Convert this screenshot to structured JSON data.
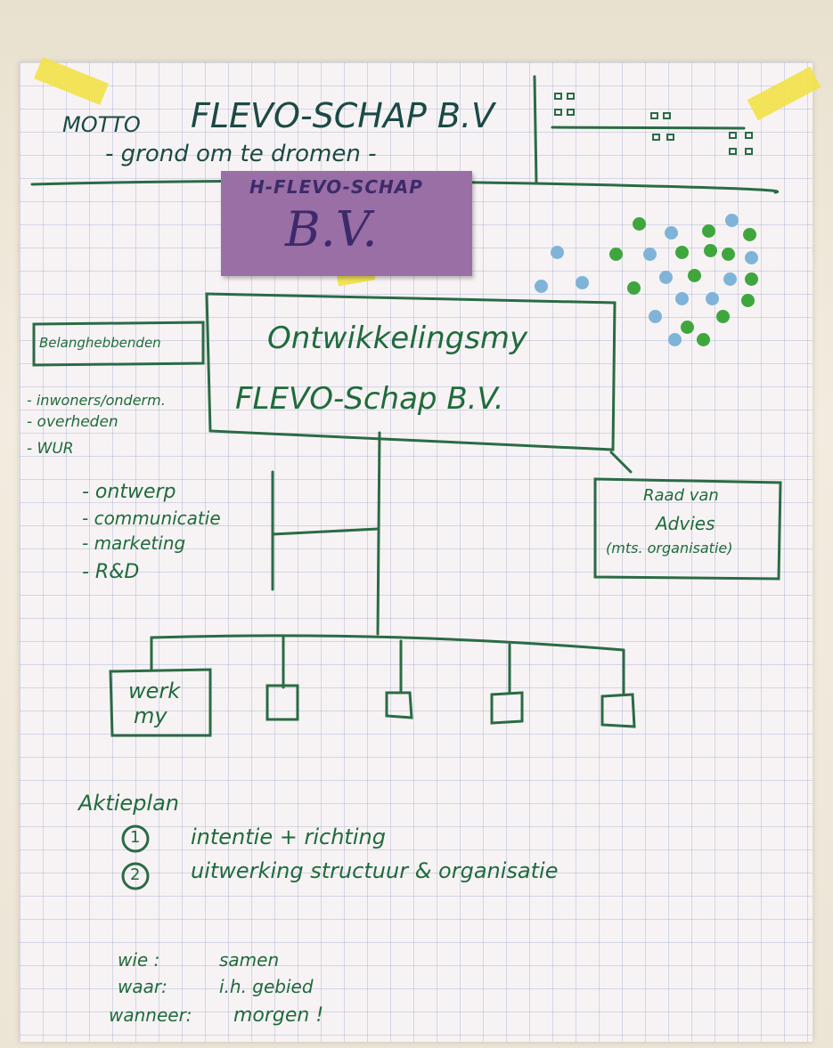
{
  "header": {
    "motto_label": "MOTTO",
    "motto_title": "FLEVO-SCHAP B.V",
    "motto_sub": "- grond om te dromen -"
  },
  "sticky": {
    "line1": "H-FLEVO-SCHAP",
    "line2": "B.V."
  },
  "main_box": {
    "line1": "Ontwikkelingsmy",
    "line2": "FLEVO-Schap B.V."
  },
  "stakeholders": {
    "title": "Belanghebbenden",
    "items": [
      "- inwoners/onderm.",
      "- overheden",
      "- WUR"
    ]
  },
  "staff": {
    "items": [
      "- ontwerp",
      "- communicatie",
      "- marketing",
      "- R&D"
    ]
  },
  "advice_box": {
    "line1": "Raad van",
    "line2": "Advies",
    "line3": "(mts. organisatie)"
  },
  "werk_box": {
    "line1": "werk",
    "line2": "my"
  },
  "plan": {
    "title": "Aktieplan",
    "items": [
      {
        "num": "1",
        "text": "intentie + richting"
      },
      {
        "num": "2",
        "text": "uitwerking structuur & organisatie"
      }
    ]
  },
  "who": {
    "rows": [
      {
        "label": "wie :",
        "value": "samen"
      },
      {
        "label": "waar:",
        "value": "i.h. gebied"
      },
      {
        "label": "wanneer:",
        "value": "morgen !"
      }
    ]
  },
  "colors": {
    "ink": "#2a6b45",
    "sticky": "#9a6fa6",
    "tape": "#f2e24a",
    "dot_green": "#3fa63e",
    "dot_blue": "#7fb4d8"
  }
}
